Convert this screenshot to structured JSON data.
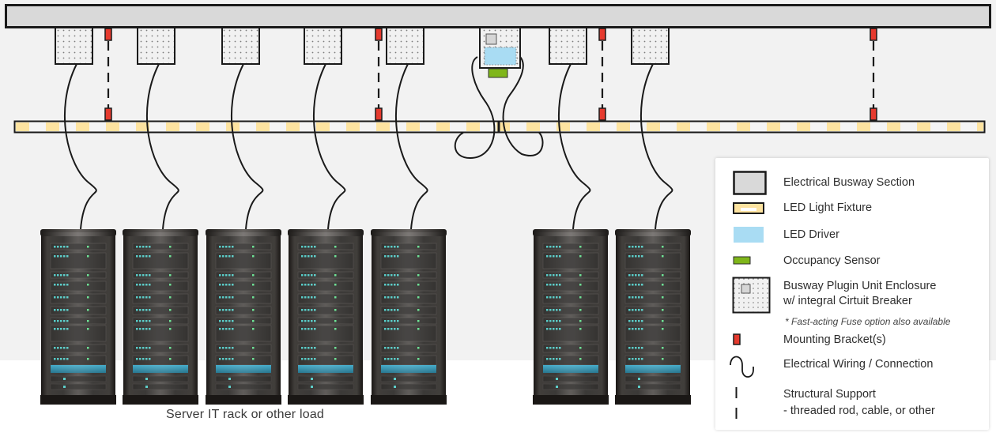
{
  "diagram": {
    "title": "Busway-powered LED lighting and server rack layout",
    "rack_caption": "Server IT rack or other load",
    "colors": {
      "busway_fill": "#d9d9d9",
      "outline": "#1a1a1a",
      "led_stripe": "#fde3a0",
      "led_driver": "#a9dcf3",
      "occupancy_sensor": "#7fb61a",
      "mounting_bracket": "#e63a2e",
      "background": "#f2f2f2"
    },
    "plugin_units": [
      {
        "id": "piu-1",
        "type": "breaker"
      },
      {
        "id": "piu-2",
        "type": "breaker"
      },
      {
        "id": "piu-3",
        "type": "breaker"
      },
      {
        "id": "piu-4",
        "type": "breaker"
      },
      {
        "id": "piu-5",
        "type": "breaker"
      },
      {
        "id": "piu-6",
        "type": "lighting",
        "has_led_driver": true,
        "has_occupancy_sensor": true
      },
      {
        "id": "piu-7",
        "type": "breaker"
      },
      {
        "id": "piu-8",
        "type": "breaker"
      }
    ],
    "structural_supports": 4,
    "server_racks": 7
  },
  "legend": {
    "items": [
      {
        "icon": "busway-section-icon",
        "label": "Electrical Busway Section"
      },
      {
        "icon": "led-fixture-icon",
        "label": "LED Light Fixture"
      },
      {
        "icon": "led-driver-icon",
        "label": "LED Driver"
      },
      {
        "icon": "occupancy-sensor-icon",
        "label": "Occupancy Sensor"
      },
      {
        "icon": "plugin-unit-icon",
        "label": "Busway Plugin Unit Enclosure",
        "label2": "w/ integral Cirtuit Breaker"
      },
      {
        "icon": "mounting-bracket-icon",
        "label": "Mounting Bracket(s)"
      },
      {
        "icon": "wiring-icon",
        "label": "Electrical Wiring / Connection"
      },
      {
        "icon": "structural-support-icon",
        "label": "Structural Support",
        "label2": "- threaded rod, cable, or other"
      }
    ],
    "note": "* Fast-acting Fuse option also available"
  }
}
